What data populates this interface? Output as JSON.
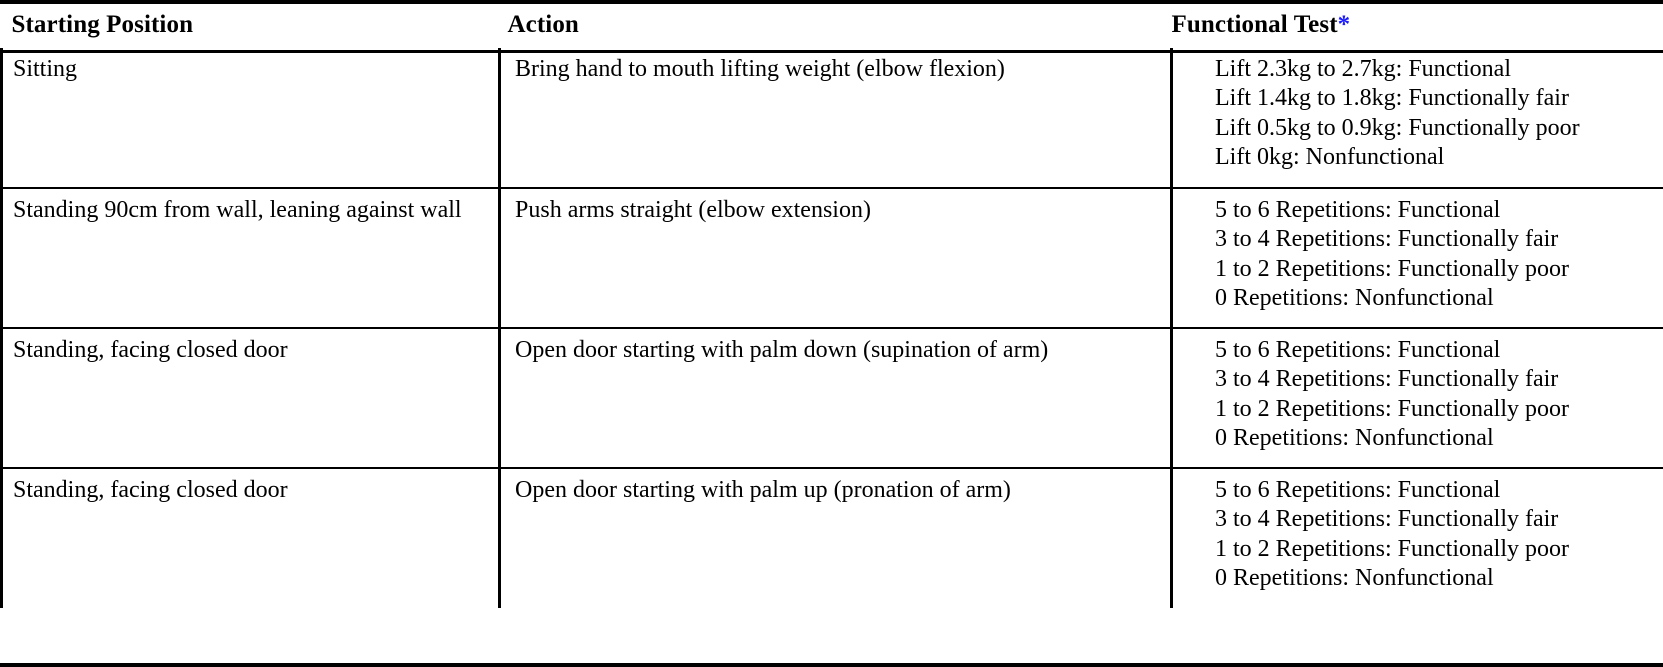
{
  "table": {
    "columns": [
      {
        "key": "starting_position",
        "label": "Starting Position"
      },
      {
        "key": "action",
        "label": "Action"
      },
      {
        "key": "functional_test",
        "label": "Functional Test",
        "footnote_marker": "*",
        "footnote_marker_color": "#1a1aff"
      }
    ],
    "rows": [
      {
        "starting_position": "Sitting",
        "action": "Bring hand to mouth lifting weight (elbow flexion)",
        "functional_test": [
          "Lift 2.3kg to 2.7kg: Functional",
          "Lift 1.4kg to 1.8kg: Functionally fair",
          "Lift 0.5kg to 0.9kg: Functionally poor",
          "Lift 0kg: Nonfunctional"
        ]
      },
      {
        "starting_position": "Standing 90cm from wall, leaning against  wall",
        "action": "Push arms straight (elbow extension)",
        "functional_test": [
          "5 to 6 Repetitions: Functional",
          "3 to 4 Repetitions: Functionally fair",
          "1 to 2 Repetitions: Functionally poor",
          "0 Repetitions: Nonfunctional"
        ]
      },
      {
        "starting_position": "Standing, facing closed door",
        "action": "Open door starting with palm down (supination of arm)",
        "functional_test": [
          "5 to 6 Repetitions: Functional",
          "3 to 4 Repetitions: Functionally fair",
          "1 to 2 Repetitions: Functionally poor",
          "0 Repetitions: Nonfunctional"
        ]
      },
      {
        "starting_position": "Standing, facing closed door",
        "action": "Open door starting with palm up (pronation of arm)",
        "functional_test": [
          "5 to 6 Repetitions: Functional",
          "3 to 4 Repetitions: Functionally fair",
          "1 to 2 Repetitions: Functionally poor",
          "0 Repetitions: Nonfunctional"
        ]
      }
    ]
  }
}
